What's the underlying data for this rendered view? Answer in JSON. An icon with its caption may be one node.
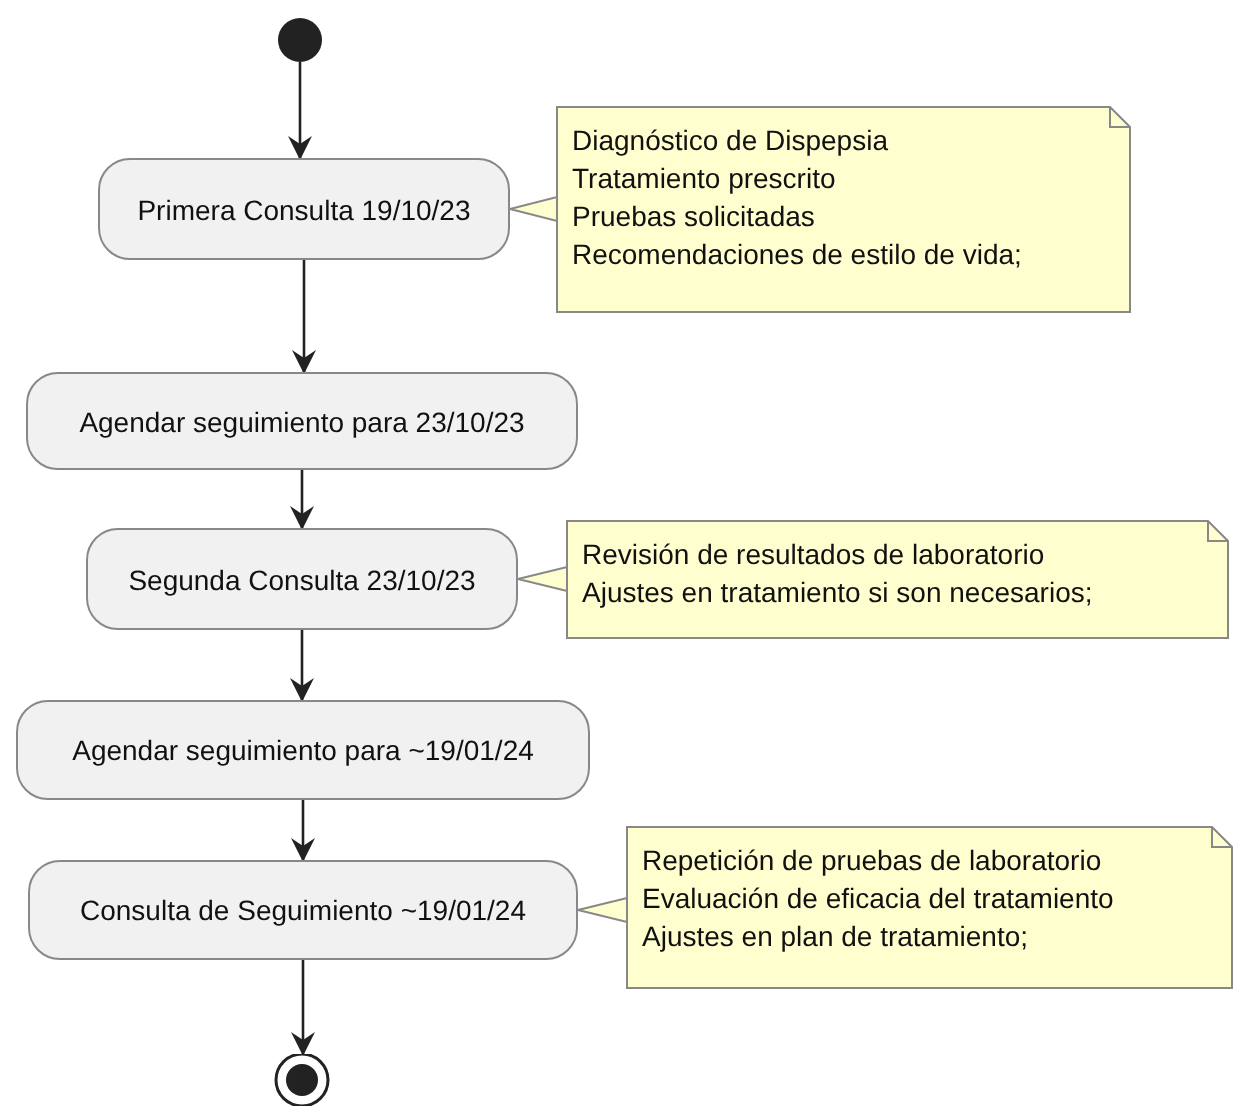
{
  "diagram": {
    "nodes": [
      {
        "text": [],
        "shape": "circle"
      },
      {
        "text": [
          "Primera Consulta 19/10/23"
        ]
      },
      {
        "text": [
          "Diagnóstico de Dispepsia",
          "Tratamiento prescrito",
          "Pruebas solicitadas",
          "Recomendaciones de estilo de vida;"
        ]
      },
      {
        "text": [
          "Agendar seguimiento para 23/10/23"
        ]
      },
      {
        "text": [
          "Segunda Consulta 23/10/23"
        ]
      },
      {
        "text": [
          "Revisión de resultados de laboratorio",
          "Ajustes en tratamiento si son necesarios;"
        ]
      },
      {
        "text": [
          "Agendar seguimiento para ~19/01/24"
        ]
      },
      {
        "text": [
          "Consulta de Seguimiento ~19/01/24"
        ]
      },
      {
        "text": [
          "Repetición de pruebas de laboratorio",
          "Evaluación de eficacia del tratamiento",
          "Ajustes en plan de tratamiento;"
        ]
      },
      {
        "text": [],
        "shape": "circle"
      }
    ],
    "edges": [
      {
        "from": 0,
        "to": 1,
        "arrow": "to"
      },
      {
        "from": 1,
        "to": 2,
        "arrow": "none"
      },
      {
        "from": 1,
        "to": 3,
        "arrow": "to"
      },
      {
        "from": 3,
        "to": 4,
        "arrow": "to"
      },
      {
        "from": 4,
        "to": 5,
        "arrow": "none"
      },
      {
        "from": 4,
        "to": 6,
        "arrow": "to"
      },
      {
        "from": 6,
        "to": 7,
        "arrow": "to"
      },
      {
        "from": 7,
        "to": 8,
        "arrow": "none"
      },
      {
        "from": 7,
        "to": 9,
        "arrow": "to"
      }
    ]
  }
}
